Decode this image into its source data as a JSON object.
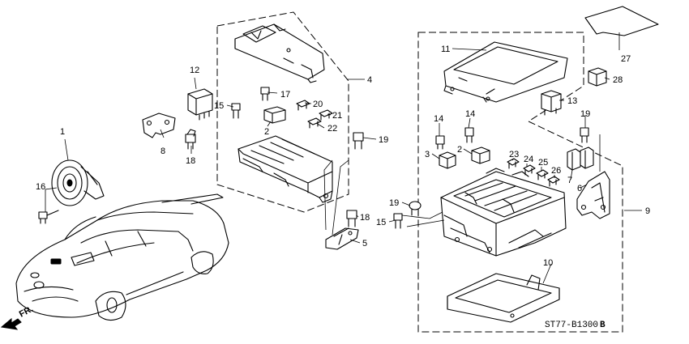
{
  "callouts": {
    "p1": "1",
    "p2a": "2",
    "p2b": "2",
    "p3": "3",
    "p4": "4",
    "p5": "5",
    "p6": "6",
    "p7": "7",
    "p8": "8",
    "p9": "9",
    "p10": "10",
    "p11": "11",
    "p12": "12",
    "p13": "13",
    "p14a": "14",
    "p14b": "14",
    "p15a": "15",
    "p15b": "15",
    "p16": "16",
    "p17": "17",
    "p18a": "18",
    "p18b": "18",
    "p19a": "19",
    "p19b": "19",
    "p19c": "19",
    "p20": "20",
    "p21": "21",
    "p22": "22",
    "p23": "23",
    "p24": "24",
    "p25": "25",
    "p26": "26",
    "p27": "27",
    "p28": "28"
  },
  "direction_label": "FR.",
  "diagram_code": "ST77-B1300",
  "diagram_code_suffix": "B"
}
